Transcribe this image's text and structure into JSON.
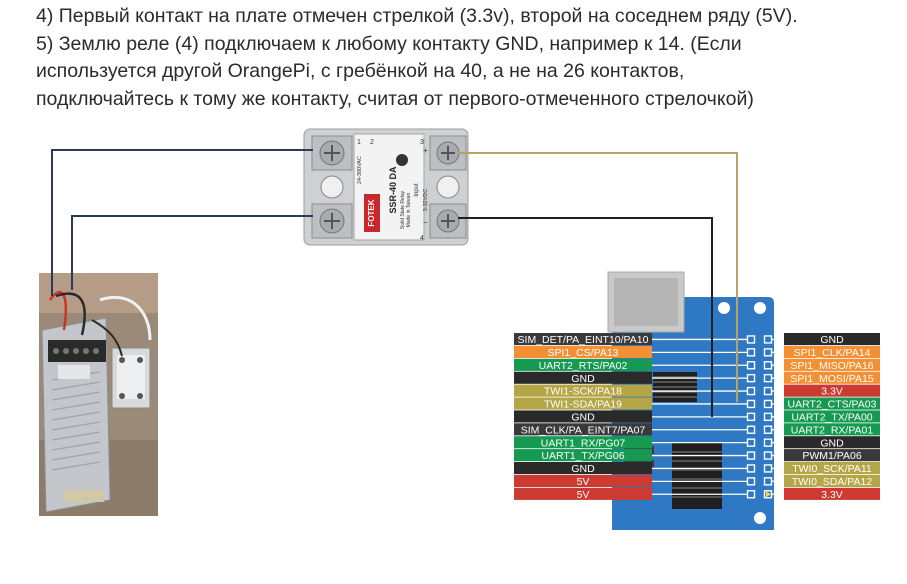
{
  "instructions": {
    "lines": [
      "4) Первый контакт на плате отмечен стрелкой (3.3v), второй на соседнем ряду (5V).",
      "5) Землю реле (4) подключаем к любому контакту GND, например к 14. (Если",
      "используется другой OrangePi, с гребёнкой на 40, а не на 26 контактов,",
      "подключайтесь к тому же контакту, считая от первого-отмеченного стрелочкой)"
    ]
  },
  "relay": {
    "brand": "FOTEK",
    "model": "SSR-40 DA",
    "line1": "Solid State Relay",
    "line2": "Made in Taiwan",
    "input_label": "Input",
    "output_range": "24-380VAC",
    "input_range": "3-32VDC",
    "terminals": [
      "1",
      "2",
      "3",
      "4"
    ],
    "terminal_signs": [
      "+",
      "−"
    ]
  },
  "pins_left": [
    {
      "label": "SIM_DET/PA_EINT10/PA10",
      "color": "#3a3a3a"
    },
    {
      "label": "SPI1_CS/PA13",
      "color": "#f39033"
    },
    {
      "label": "UART2_RTS/PA02",
      "color": "#169a52"
    },
    {
      "label": "GND",
      "color": "#2a2a2a"
    },
    {
      "label": "TWI1-SCK/PA18",
      "color": "#b4a646"
    },
    {
      "label": "TWI1-SDA/PA19",
      "color": "#b4a646"
    },
    {
      "label": "GND",
      "color": "#2a2a2a"
    },
    {
      "label": "SIM_CLK/PA_EINT7/PA07",
      "color": "#3a3a3a"
    },
    {
      "label": "UART1_RX/PG07",
      "color": "#169a52"
    },
    {
      "label": "UART1_TX/PG06",
      "color": "#169a52"
    },
    {
      "label": "GND",
      "color": "#2a2a2a"
    },
    {
      "label": "5V",
      "color": "#cc3a32"
    },
    {
      "label": "5V",
      "color": "#cc3a32"
    }
  ],
  "pins_right": [
    {
      "label": "GND",
      "color": "#2a2a2a"
    },
    {
      "label": "SPI1_CLK/PA14",
      "color": "#f39033"
    },
    {
      "label": "SPI1_MISO/PA16",
      "color": "#f39033"
    },
    {
      "label": "SPI1_MOSI/PA15",
      "color": "#f39033"
    },
    {
      "label": "3.3V",
      "color": "#cc3a32"
    },
    {
      "label": "UART2_CTS/PA03",
      "color": "#169a52"
    },
    {
      "label": "UART2_TX/PA00",
      "color": "#169a52"
    },
    {
      "label": "UART2_RX/PA01",
      "color": "#169a52"
    },
    {
      "label": "GND",
      "color": "#2a2a2a"
    },
    {
      "label": "PWM1/PA06",
      "color": "#3a3a3a"
    },
    {
      "label": "TWI0_SCK/PA11",
      "color": "#b4a646"
    },
    {
      "label": "TWI0_SDA/PA12",
      "color": "#b4a646"
    },
    {
      "label": "3.3V",
      "color": "#cc3a32"
    }
  ],
  "colors": {
    "board_blue": "#2f78c4",
    "wire_dark": "#2c3a5a",
    "wire_tan": "#b9a268",
    "wire_black": "#202020"
  }
}
